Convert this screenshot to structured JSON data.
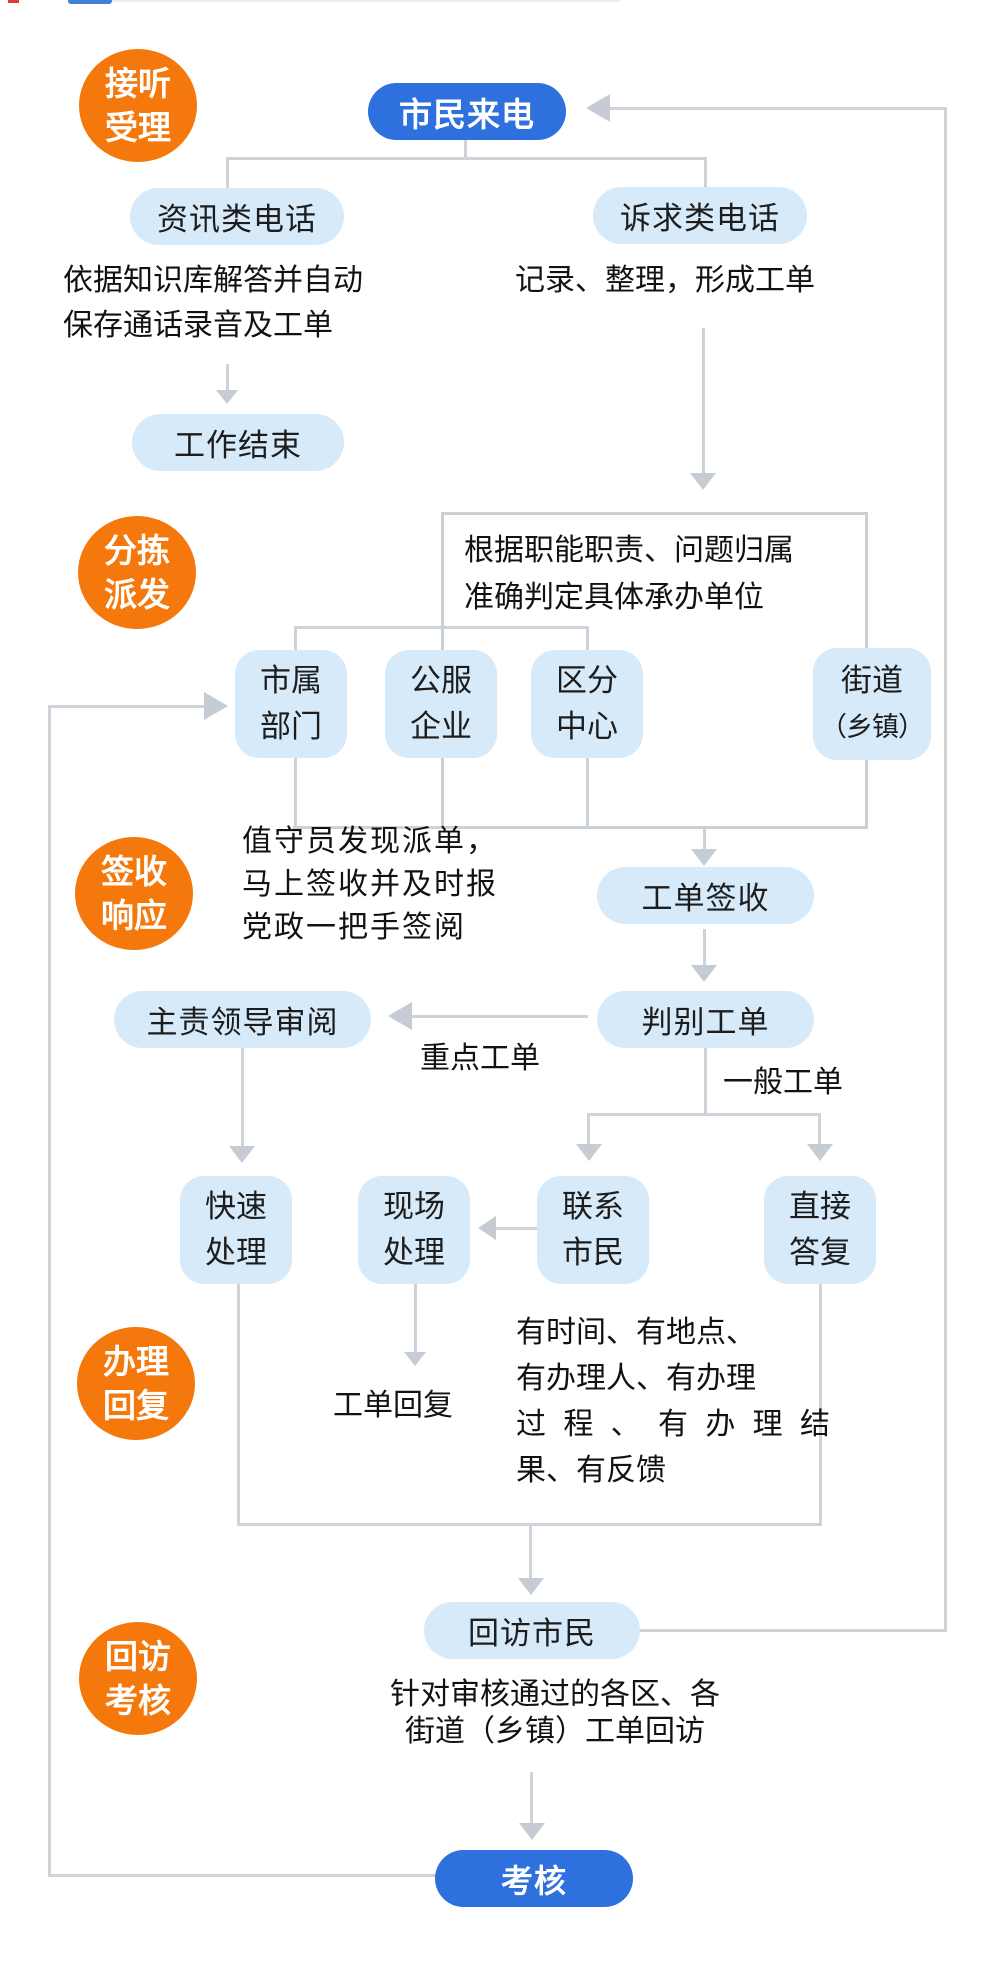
{
  "colors": {
    "stage_orange": "#f5780c",
    "primary_blue": "#2e70de",
    "node_light_blue": "#d7eafa",
    "connector_gray": "#cdd3d9",
    "text_dark": "#141414"
  },
  "stages": [
    {
      "line1": "接听",
      "line2": "受理"
    },
    {
      "line1": "分拣",
      "line2": "派发"
    },
    {
      "line1": "签收",
      "line2": "响应"
    },
    {
      "line1": "办理",
      "line2": "回复"
    },
    {
      "line1": "回访",
      "line2": "考核"
    }
  ],
  "nodes": {
    "citizen_call": "市民来电",
    "info_call": "资讯类电话",
    "appeal_call": "诉求类电话",
    "info_desc_line1": "依据知识库解答并自动",
    "info_desc_line2": "保存通话录音及工单",
    "appeal_desc": "记录、整理，形成工单",
    "work_end": "工作结束",
    "dispatch_rule_line1": "根据职能职责、问题归属",
    "dispatch_rule_line2": "准确判定具体承办单位",
    "unit_city_line1": "市属",
    "unit_city_line2": "部门",
    "unit_public_line1": "公服",
    "unit_public_line2": "企业",
    "unit_district_line1": "区分",
    "unit_district_line2": "中心",
    "unit_street_line1": "街道",
    "unit_street_line2": "（乡镇）",
    "sign_desc_line1": "值守员发现派单，",
    "sign_desc_line2": "马上签收并及时报",
    "sign_desc_line3": "党政一把手签阅",
    "order_sign": "工单签收",
    "judge_order": "判别工单",
    "leader_review": "主责领导审阅",
    "label_key_order": "重点工单",
    "label_general_order": "一般工单",
    "quick_line1": "快速",
    "quick_line2": "处理",
    "site_line1": "现场",
    "site_line2": "处理",
    "contact_line1": "联系",
    "contact_line2": "市民",
    "direct_line1": "直接",
    "direct_line2": "答复",
    "order_reply": "工单回复",
    "handle_desc_line1": "有时间、有地点、",
    "handle_desc_line2": "有办理人、有办理",
    "handle_desc_line3": "过程、有办理结",
    "handle_desc_line4": "果、有反馈",
    "revisit": "回访市民",
    "revisit_desc_line1": "针对审核通过的各区、各",
    "revisit_desc_line2": "街道（乡镇）工单回访",
    "assess": "考核"
  }
}
